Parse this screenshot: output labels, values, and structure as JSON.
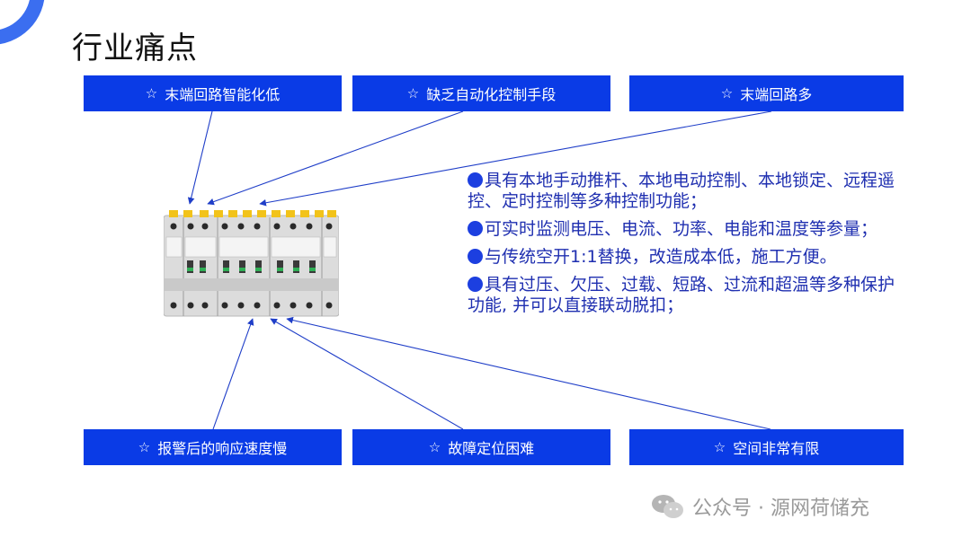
{
  "title": "行业痛点",
  "star_glyph": "☆",
  "top_boxes": [
    {
      "label": "末端回路智能化低"
    },
    {
      "label": "缺乏自动化控制手段"
    },
    {
      "label": "末端回路多"
    }
  ],
  "bottom_boxes": [
    {
      "label": "报警后的响应速度慢"
    },
    {
      "label": "故障定位困难"
    },
    {
      "label": "空间非常有限"
    }
  ],
  "features": [
    {
      "text": "具有本地手动推杆、本地电动控制、本地锁定、远程遥控、定时控制等多种控制功能；"
    },
    {
      "text": "可实时监测电压、电流、功率、电能和温度等参量；"
    },
    {
      "text": "与传统空开1:1替换，改造成本低，施工方便。"
    },
    {
      "text": "具有过压、欠压、过载、短路、过流和超温等多种保护功能, 并可以直接联动脱扣；"
    }
  ],
  "watermark": {
    "text": "公众号 · 源网荷储充",
    "icon": "wechat-icon"
  },
  "colors": {
    "box": "#0a3be6",
    "feature_text": "#1f2fb0",
    "accent": "#3b6ef0"
  }
}
